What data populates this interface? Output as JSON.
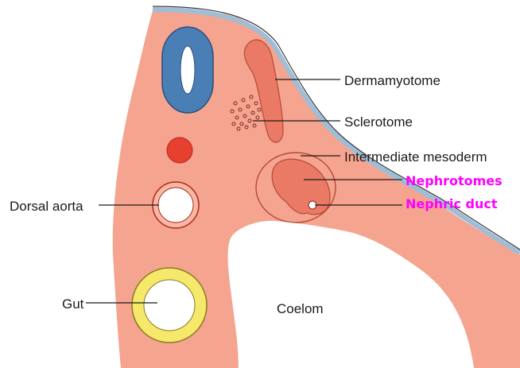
{
  "labels": {
    "dermamyotome": "Dermamyotome",
    "sclerotome": "Sclerotome",
    "intermediate_mesoderm": "Intermediate mesoderm",
    "nephrotomes": "Nephrotomes",
    "nephric_duct": "Nephric duct",
    "dorsal_aorta": "Dorsal aorta",
    "gut": "Gut",
    "coelom": "Coelom"
  },
  "colors": {
    "tissue": "#f5a48f",
    "tissue_light": "#f7b8a6",
    "surface_ectoderm": "#a9c6dd",
    "notochord_neural_tube": "#4a7fb6",
    "dermamyotome": "#ea7a66",
    "notochord": "#e8402f",
    "gut_ring": "#f5e86a",
    "highlight_text": "#ff00ff",
    "line": "#1a1a1a"
  }
}
